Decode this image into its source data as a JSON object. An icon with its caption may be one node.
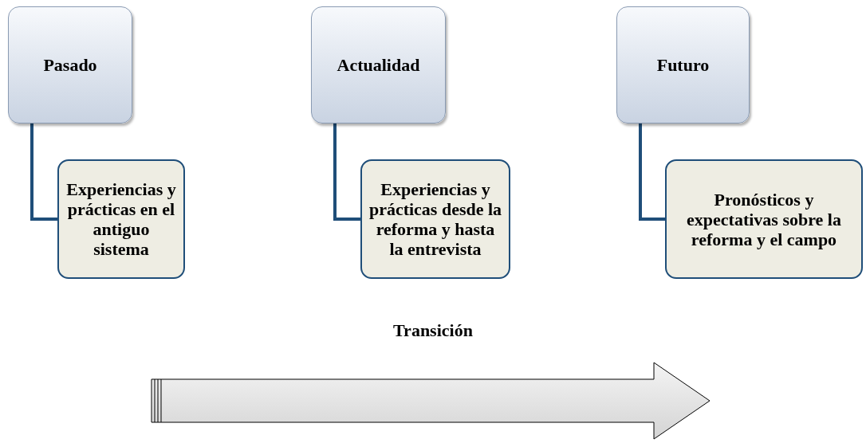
{
  "diagram": {
    "nodes": [
      {
        "text": [
          "Pasado"
        ]
      },
      {
        "text": [
          "Experiencias y prácticas en el antiguo sistema"
        ]
      },
      {
        "text": [
          "Actualidad"
        ]
      },
      {
        "text": [
          "Experiencias y prácticas desde la reforma y hasta la entrevista"
        ]
      },
      {
        "text": [
          "Futuro"
        ]
      },
      {
        "text": [
          "Pronósticos y expectativas sobre la reforma y el campo"
        ]
      }
    ],
    "edges": [
      {
        "from": 0,
        "to": 1,
        "arrow": "none"
      },
      {
        "from": 2,
        "to": 3,
        "arrow": "none"
      },
      {
        "from": 4,
        "to": 5,
        "arrow": "none"
      }
    ],
    "labels": [
      "Transición"
    ]
  }
}
